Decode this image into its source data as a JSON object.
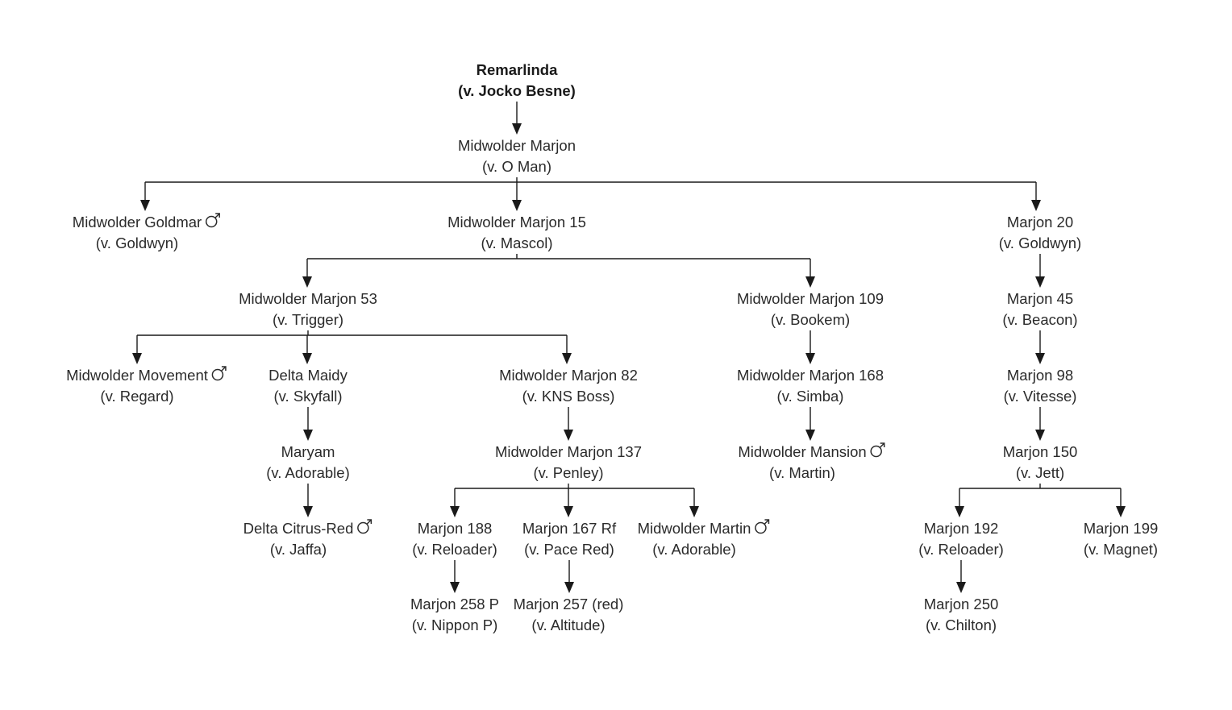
{
  "pedigree": {
    "nodes": [
      {
        "id": "remarlinda",
        "name": "Remarlinda",
        "sire": "(v. Jocko Besne)",
        "root": true
      },
      {
        "id": "midwolder-marjon",
        "name": "Midwolder Marjon",
        "sire": "(v. O Man)"
      },
      {
        "id": "midwolder-goldmar",
        "name": "Midwolder Goldmar",
        "sire": "(v. Goldwyn)",
        "male": true
      },
      {
        "id": "midwolder-marjon-15",
        "name": "Midwolder Marjon 15",
        "sire": "(v. Mascol)"
      },
      {
        "id": "marjon-20",
        "name": "Marjon 20",
        "sire": "(v. Goldwyn)"
      },
      {
        "id": "midwolder-marjon-53",
        "name": "Midwolder Marjon 53",
        "sire": "(v. Trigger)"
      },
      {
        "id": "midwolder-marjon-109",
        "name": "Midwolder Marjon 109",
        "sire": "(v. Bookem)"
      },
      {
        "id": "marjon-45",
        "name": "Marjon 45",
        "sire": "(v. Beacon)"
      },
      {
        "id": "midwolder-movement",
        "name": "Midwolder Movement",
        "sire": "(v. Regard)",
        "male": true
      },
      {
        "id": "delta-maidy",
        "name": "Delta Maidy",
        "sire": "(v. Skyfall)"
      },
      {
        "id": "midwolder-marjon-82",
        "name": "Midwolder Marjon 82",
        "sire": "(v. KNS Boss)"
      },
      {
        "id": "midwolder-marjon-168",
        "name": "Midwolder Marjon 168",
        "sire": "(v. Simba)"
      },
      {
        "id": "marjon-98",
        "name": "Marjon 98",
        "sire": "(v. Vitesse)"
      },
      {
        "id": "maryam",
        "name": "Maryam",
        "sire": "(v. Adorable)"
      },
      {
        "id": "midwolder-marjon-137",
        "name": "Midwolder Marjon 137",
        "sire": "(v. Penley)"
      },
      {
        "id": "midwolder-mansion",
        "name": "Midwolder Mansion",
        "sire": "(v. Martin)",
        "male": true
      },
      {
        "id": "marjon-150",
        "name": "Marjon 150",
        "sire": "(v. Jett)"
      },
      {
        "id": "delta-citrus-red",
        "name": "Delta Citrus-Red",
        "sire": "(v. Jaffa)",
        "male": true
      },
      {
        "id": "marjon-188",
        "name": "Marjon 188",
        "sire": "(v. Reloader)"
      },
      {
        "id": "marjon-167-rf",
        "name": "Marjon 167 Rf",
        "sire": "(v. Pace Red)"
      },
      {
        "id": "midwolder-martin",
        "name": "Midwolder Martin",
        "sire": "(v.  Adorable)",
        "male": true
      },
      {
        "id": "marjon-192",
        "name": "Marjon 192",
        "sire": "(v. Reloader)"
      },
      {
        "id": "marjon-199",
        "name": "Marjon 199",
        "sire": "(v. Magnet)"
      },
      {
        "id": "marjon-258-p",
        "name": "Marjon 258 P",
        "sire": "(v. Nippon P)"
      },
      {
        "id": "marjon-257-red",
        "name": "Marjon 257 (red)",
        "sire": "(v. Altitude)"
      },
      {
        "id": "marjon-250",
        "name": "Marjon 250",
        "sire": "(v. Chilton)"
      }
    ],
    "edges": [
      {
        "from": "remarlinda",
        "to": [
          "midwolder-marjon"
        ]
      },
      {
        "from": "midwolder-marjon",
        "to": [
          "midwolder-goldmar",
          "midwolder-marjon-15",
          "marjon-20"
        ]
      },
      {
        "from": "midwolder-marjon-15",
        "to": [
          "midwolder-marjon-53",
          "midwolder-marjon-109"
        ]
      },
      {
        "from": "marjon-20",
        "to": [
          "marjon-45"
        ]
      },
      {
        "from": "midwolder-marjon-53",
        "to": [
          "midwolder-movement",
          "delta-maidy",
          "midwolder-marjon-82"
        ]
      },
      {
        "from": "midwolder-marjon-109",
        "to": [
          "midwolder-marjon-168"
        ]
      },
      {
        "from": "marjon-45",
        "to": [
          "marjon-98"
        ]
      },
      {
        "from": "delta-maidy",
        "to": [
          "maryam"
        ]
      },
      {
        "from": "midwolder-marjon-82",
        "to": [
          "midwolder-marjon-137"
        ]
      },
      {
        "from": "midwolder-marjon-168",
        "to": [
          "midwolder-mansion"
        ]
      },
      {
        "from": "marjon-98",
        "to": [
          "marjon-150"
        ]
      },
      {
        "from": "maryam",
        "to": [
          "delta-citrus-red"
        ]
      },
      {
        "from": "midwolder-marjon-137",
        "to": [
          "marjon-188",
          "marjon-167-rf",
          "midwolder-martin"
        ]
      },
      {
        "from": "marjon-150",
        "to": [
          "marjon-192",
          "marjon-199"
        ]
      },
      {
        "from": "marjon-188",
        "to": [
          "marjon-258-p"
        ]
      },
      {
        "from": "marjon-167-rf",
        "to": [
          "marjon-257-red"
        ]
      },
      {
        "from": "marjon-192",
        "to": [
          "marjon-250"
        ]
      }
    ]
  }
}
